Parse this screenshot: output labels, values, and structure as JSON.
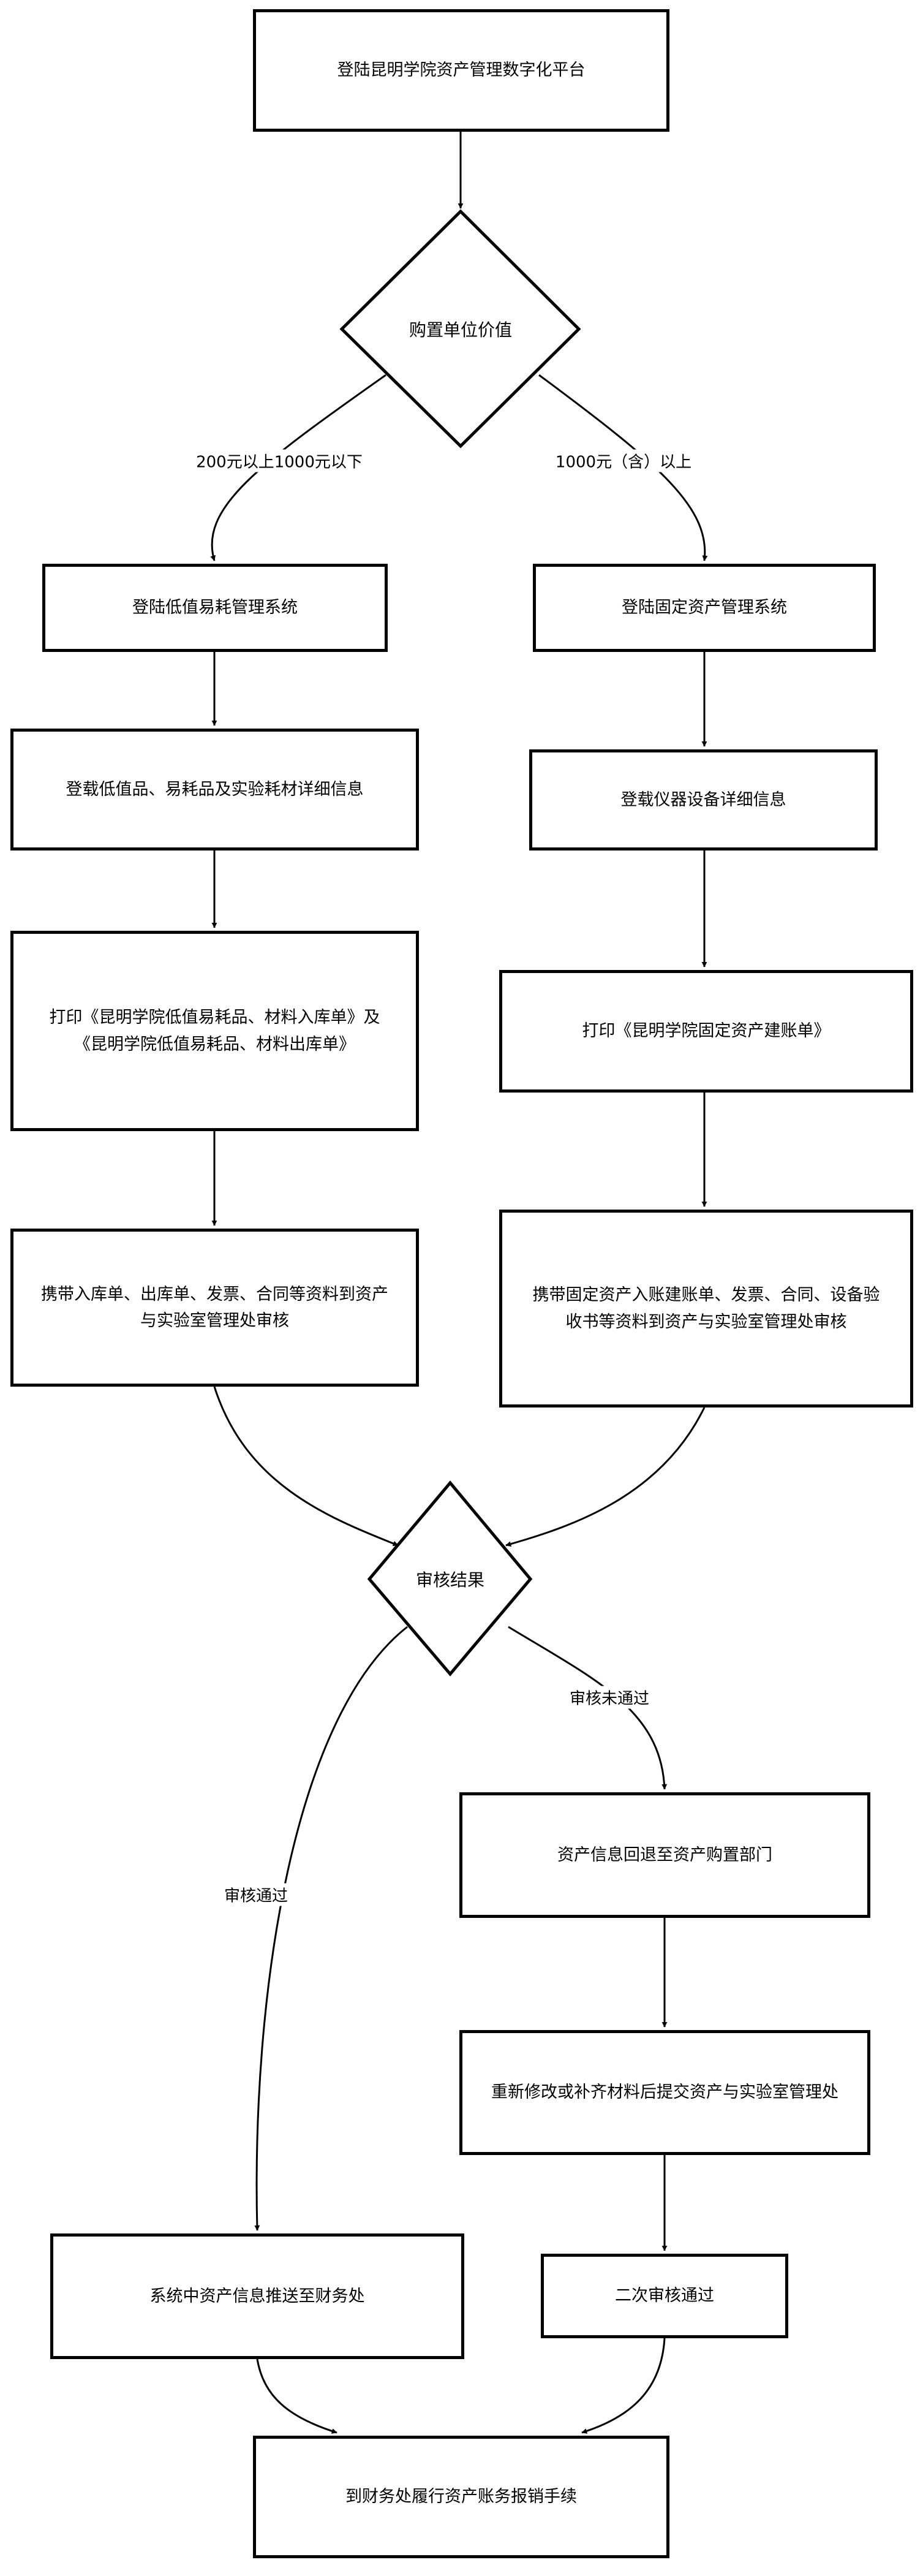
{
  "flowchart": {
    "start": "登陆昆明学院资产管理数字化平台",
    "decision_value": "购置单位价值",
    "branch_low_label": "200元以上1000元以下",
    "branch_high_label": "1000元（含）以上",
    "left": {
      "login": "登陆低值易耗管理系统",
      "register": "登载低值品、易耗品及实验耗材详细信息",
      "print_line1": "打印《昆明学院低值易耗品、材料入库单》及",
      "print_line2": "《昆明学院低值易耗品、材料出库单》",
      "carry_line1": "携带入库单、出库单、发票、合同等资料到资产",
      "carry_line2": "与实验室管理处审核"
    },
    "right": {
      "login": "登陆固定资产管理系统",
      "register": "登载仪器设备详细信息",
      "print": "打印《昆明学院固定资产建账单》",
      "carry_line1": "携带固定资产入账建账单、发票、合同、设备验",
      "carry_line2": "收书等资料到资产与实验室管理处审核"
    },
    "decision_review": "审核结果",
    "label_pass": "审核通过",
    "label_fail": "审核未通过",
    "return_dept": "资产信息回退至资产购置部门",
    "resubmit": "重新修改或补齐材料后提交资产与实验室管理处",
    "second_pass": "二次审核通过",
    "push_finance": "系统中资产信息推送至财务处",
    "finish": "到财务处履行资产账务报销手续"
  }
}
